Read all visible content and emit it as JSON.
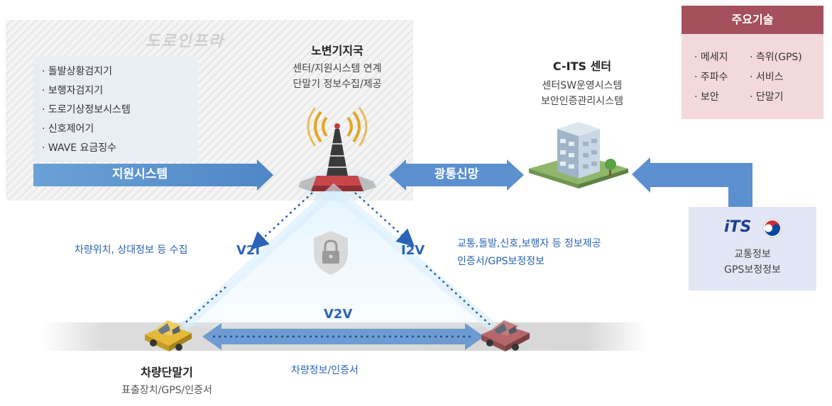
{
  "infra": {
    "title": "도로인프라",
    "items": [
      "· 돌발상황검지기",
      "· 보행자검지기",
      "· 도로기상정보시스템",
      "· 신호제어기",
      "· WAVE 요금징수"
    ],
    "support_label": "지원시스템"
  },
  "rsu": {
    "title": "노변기지국",
    "line1": "센터/지원시스템 연계",
    "line2": "단말기 정보수집/제공"
  },
  "network": {
    "label": "광통신망"
  },
  "center": {
    "title": "C-ITS 센터",
    "line1": "센터SW운영시스템",
    "line2": "보안인증관리시스템"
  },
  "tech": {
    "header": "주요기술",
    "items": [
      "· 메세지",
      "· 측위(GPS)",
      "· 주파수",
      "· 서비스",
      "· 보안",
      "· 단말기"
    ]
  },
  "its": {
    "logo": "iTS",
    "line1": "교통정보",
    "line2": "GPS보정정보"
  },
  "links": {
    "v2i": "V2I",
    "i2v": "I2V",
    "v2v": "V2V",
    "v2i_desc": "차량위치, 상대정보 등 수집",
    "i2v_desc1": "교통,돌발,신호,보행자 등 정보제공",
    "i2v_desc2": "인증서/GPS보정정보",
    "v2v_desc": "차량정보/인증서"
  },
  "vehicle": {
    "title": "차량단말기",
    "sub": "표출장치/GPS/인증서"
  },
  "colors": {
    "arrow_blue": "#5b8fcf",
    "text_blue": "#2a63b7",
    "tech_header": "#a4505d",
    "tech_bg": "#f4d9dc",
    "car_yellow": "#e5b93c",
    "car_red": "#b5676a"
  }
}
